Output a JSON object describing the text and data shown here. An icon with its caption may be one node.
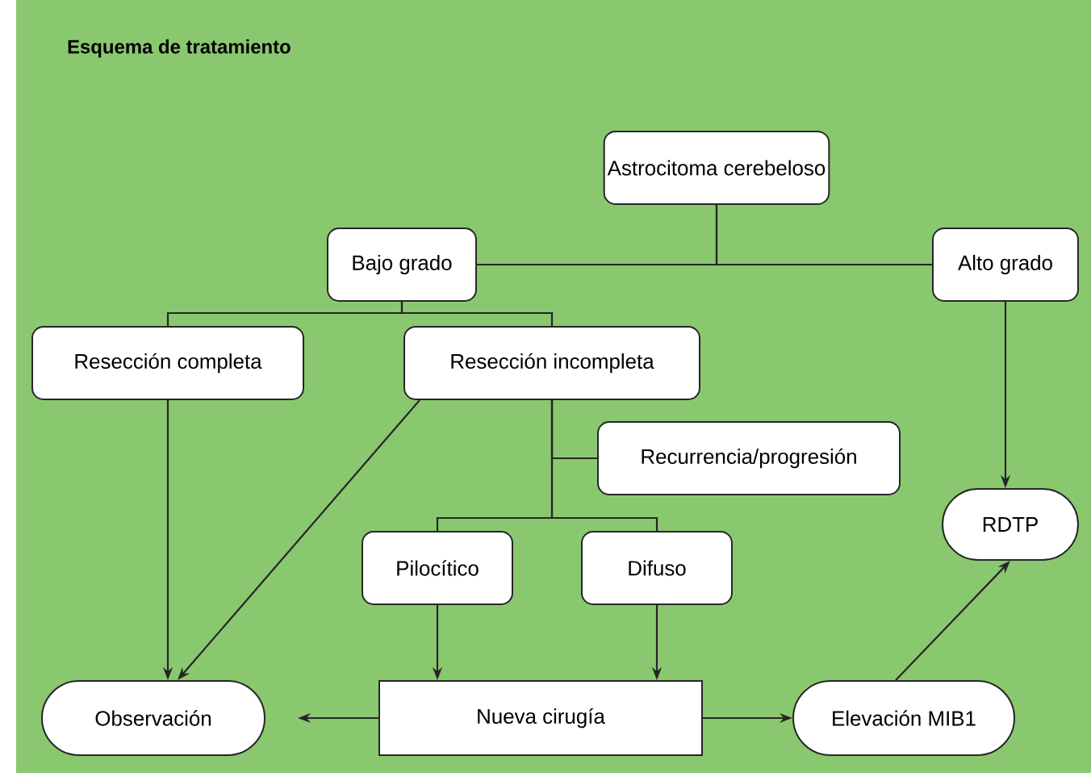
{
  "diagram": {
    "title": "Esquema de tratamiento",
    "nodes": [
      {
        "text": [
          "Astrocitoma cerebeloso"
        ]
      },
      {
        "text": [
          "Bajo grado"
        ]
      },
      {
        "text": [
          "Alto grado"
        ]
      },
      {
        "text": [
          "Resección completa"
        ]
      },
      {
        "text": [
          "Resección incompleta"
        ]
      },
      {
        "text": [
          "Recurrencia/progresión"
        ]
      },
      {
        "text": [
          "RDTP"
        ]
      },
      {
        "text": [
          "Pilocítico"
        ]
      },
      {
        "text": [
          "Difuso"
        ]
      },
      {
        "text": [
          "Observación"
        ]
      },
      {
        "text": [
          "Nueva cirugía"
        ]
      },
      {
        "text": [
          "Elevación MIB1"
        ]
      }
    ],
    "edges": [
      {
        "from": 0,
        "to": 1,
        "arrow": "none"
      },
      {
        "from": 0,
        "to": 2,
        "arrow": "none"
      },
      {
        "from": 1,
        "to": 3,
        "arrow": "none"
      },
      {
        "from": 1,
        "to": 4,
        "arrow": "none"
      },
      {
        "from": 2,
        "to": 6,
        "arrow": "to"
      },
      {
        "from": 3,
        "to": 9,
        "arrow": "to"
      },
      {
        "from": 4,
        "to": 9,
        "arrow": "to"
      },
      {
        "from": 4,
        "to": 5,
        "arrow": "none"
      },
      {
        "from": 4,
        "to": 7,
        "arrow": "none"
      },
      {
        "from": 4,
        "to": 8,
        "arrow": "none"
      },
      {
        "from": 7,
        "to": 10,
        "arrow": "to"
      },
      {
        "from": 8,
        "to": 10,
        "arrow": "to"
      },
      {
        "from": 10,
        "to": 9,
        "arrow": "to"
      },
      {
        "from": 10,
        "to": 11,
        "arrow": "to"
      },
      {
        "from": 11,
        "to": 6,
        "arrow": "to"
      }
    ]
  }
}
